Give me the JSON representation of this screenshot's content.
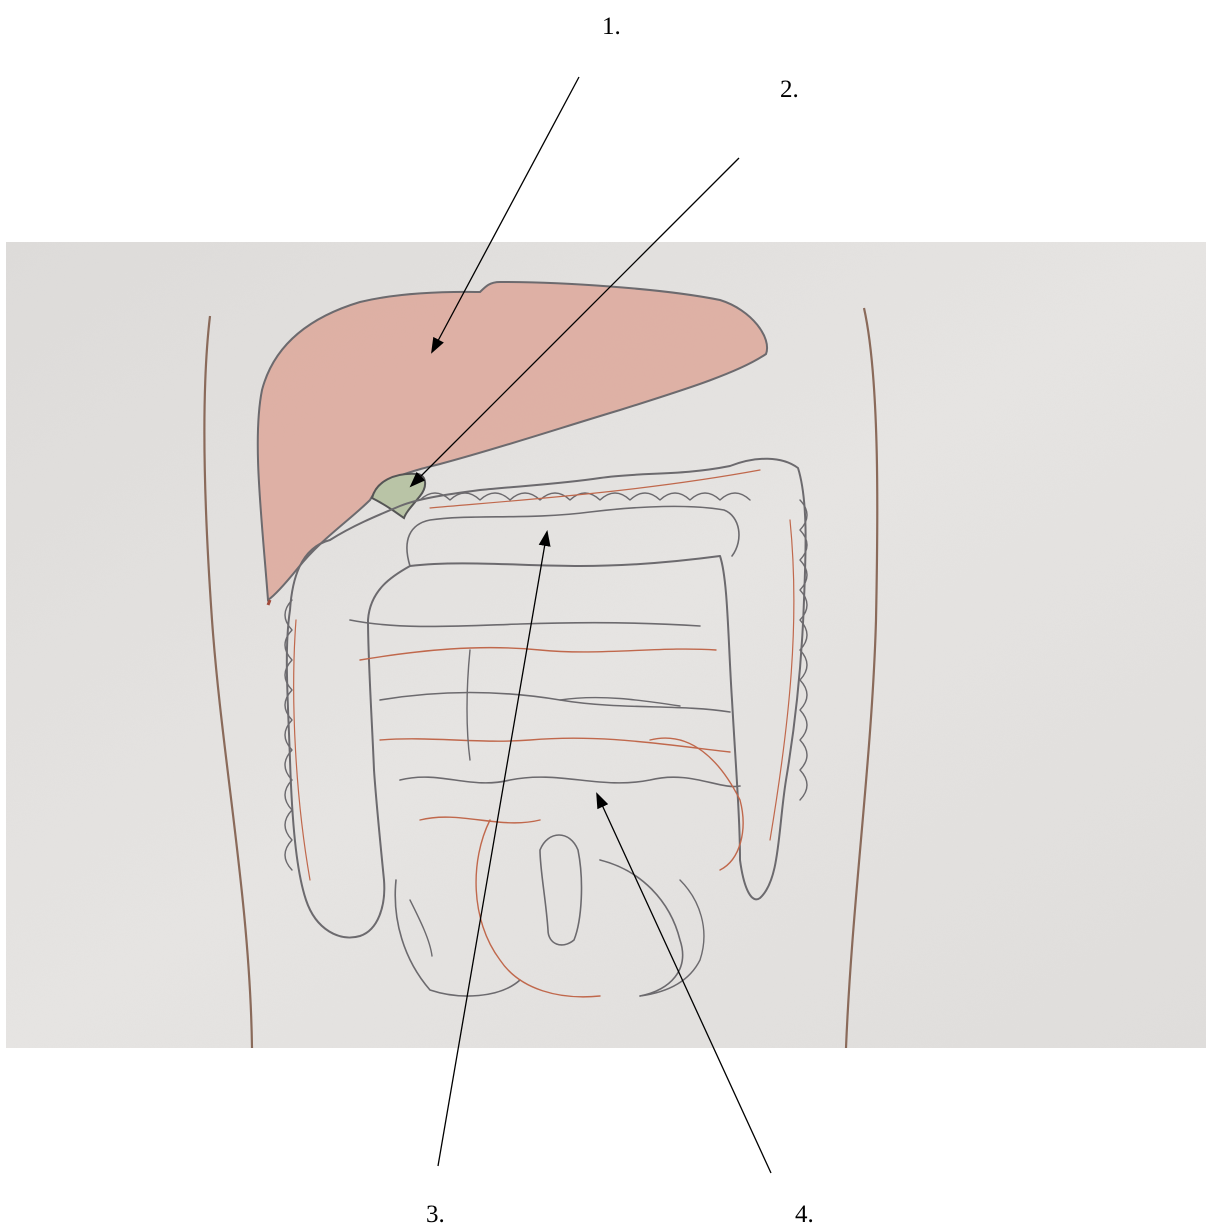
{
  "labels": [
    {
      "id": "1",
      "text": "1."
    },
    {
      "id": "2",
      "text": "2."
    },
    {
      "id": "3",
      "text": "3."
    },
    {
      "id": "4",
      "text": "4."
    }
  ],
  "colors": {
    "paper_bg": "#e4e2e0",
    "liver": "#dca092",
    "gallbladder": "#b9c4a6",
    "outline_grey": "#6c6a6e",
    "outline_red": "#c0684c",
    "arrow": "#000000"
  }
}
